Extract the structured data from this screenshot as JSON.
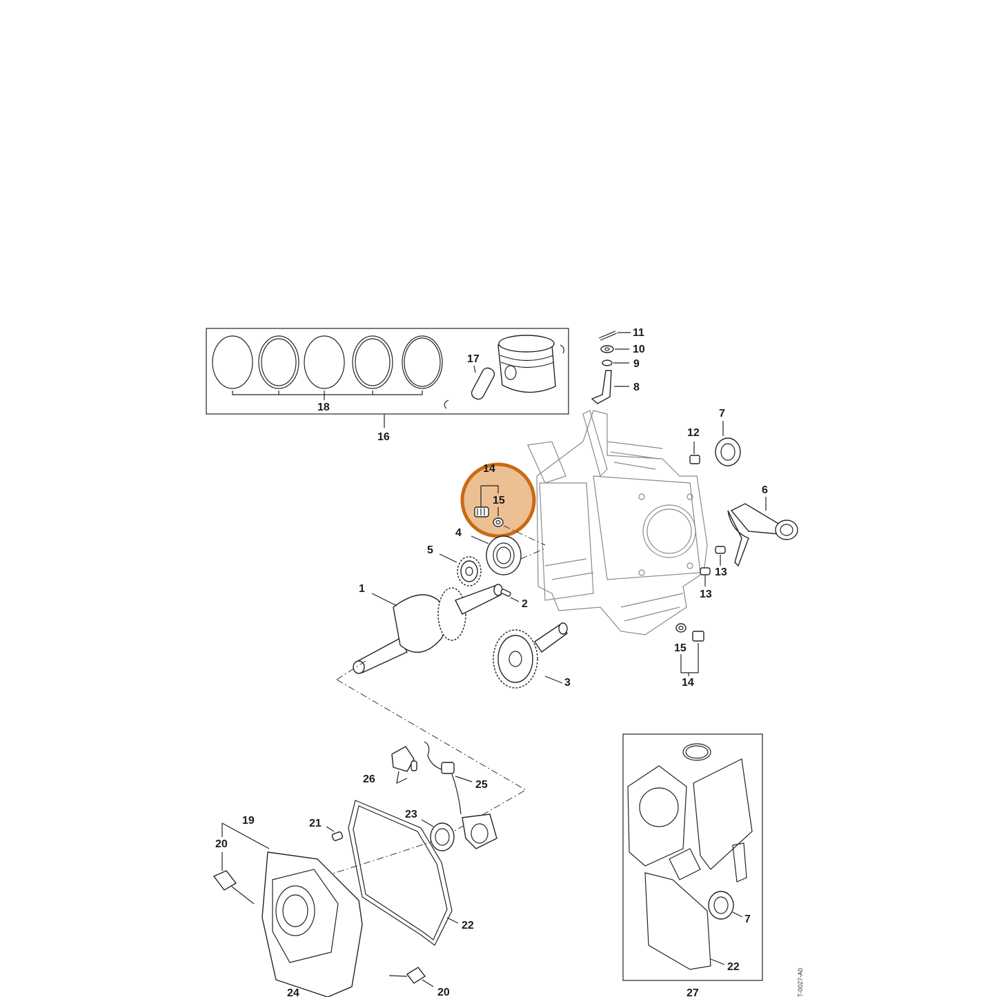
{
  "labels": {
    "l1": "1",
    "l2": "2",
    "l3": "3",
    "l4": "4",
    "l5": "5",
    "l6": "6",
    "l7a": "7",
    "l7b": "7",
    "l8": "8",
    "l9": "9",
    "l10": "10",
    "l11": "11",
    "l12": "12",
    "l13a": "13",
    "l13b": "13",
    "l14a": "14",
    "l14b": "14",
    "l15a": "15",
    "l15b": "15",
    "l16": "16",
    "l17": "17",
    "l18": "18",
    "l19": "19",
    "l20a": "20",
    "l20b": "20",
    "l21": "21",
    "l22a": "22",
    "l22b": "22",
    "l23": "23",
    "l24": "24",
    "l25": "25",
    "l26": "26",
    "l27": "27"
  },
  "drawing_code": "T-0027-A0",
  "colors": {
    "highlight": "#de8c3c",
    "highlight_border": "#c96a12",
    "line": "#222222",
    "background": "#ffffff"
  }
}
